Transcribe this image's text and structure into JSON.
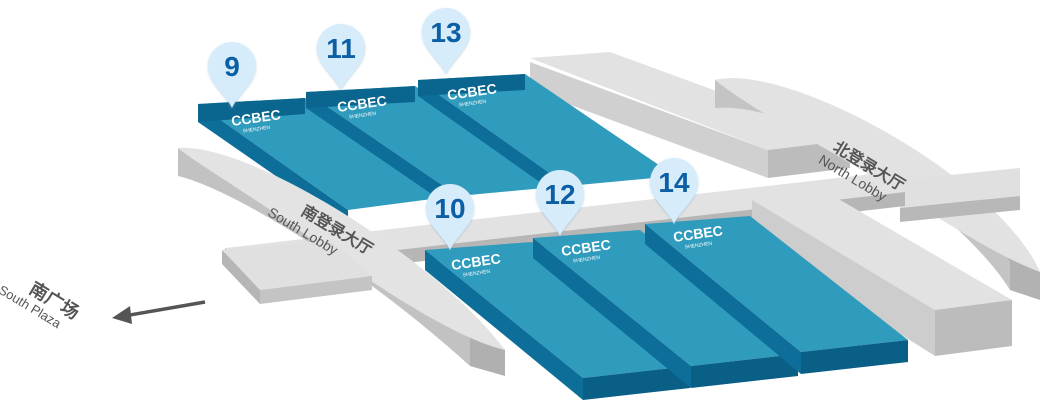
{
  "colors": {
    "hall_top": "#2f9bbd",
    "hall_side": "#0d6f99",
    "hall_front": "#0a5f86",
    "lobby_top": "#dedede",
    "lobby_side": "#b2b2b2",
    "pin_fill": "#d6ecfa",
    "pin_text": "#0b5fa5",
    "lobby_text": "#555555"
  },
  "brand": {
    "name": "CCBEC",
    "sub": "SHENZHEN"
  },
  "halls": [
    {
      "number": "9"
    },
    {
      "number": "11"
    },
    {
      "number": "13"
    },
    {
      "number": "10"
    },
    {
      "number": "12"
    },
    {
      "number": "14"
    }
  ],
  "lobbies": {
    "north": {
      "cn": "北登录大厅",
      "en": "North Lobby"
    },
    "south": {
      "cn": "南登录大厅",
      "en": "South Lobby"
    },
    "plaza": {
      "cn": "南广场",
      "en": "South Plaza"
    }
  },
  "direction_icon": "arrow-left-icon"
}
